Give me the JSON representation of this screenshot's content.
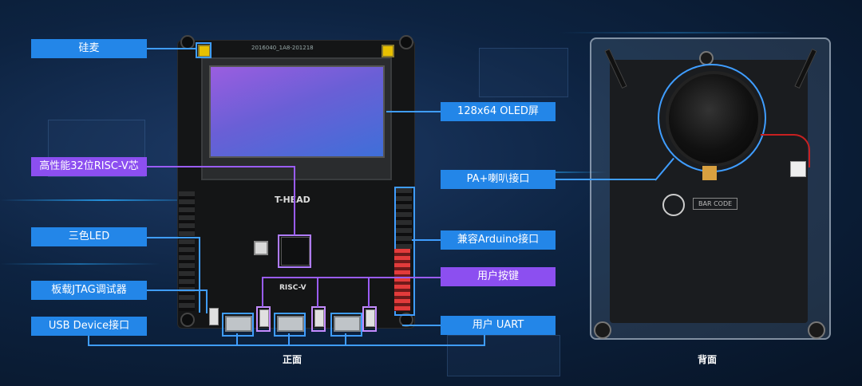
{
  "labels": {
    "mic": "硅麦",
    "oled": "128x64 OLED屏",
    "risc_chip": "高性能32位RISC-V芯",
    "speaker": "PA+喇叭接口",
    "led": "三色LED",
    "arduino": "兼容Arduino接口",
    "jtag": "板载JTAG调试器",
    "user_button": "用户按键",
    "usb_device": "USB Device接口",
    "uart": "用户 UART"
  },
  "captions": {
    "front": "正面",
    "back": "背面"
  },
  "board_text": {
    "brand": "T-HEAD",
    "arch": "RISC-V",
    "oled_code": "2016040_1A8-201218",
    "barcode": "BAR CODE"
  },
  "colors": {
    "blue": "#2386e8",
    "purple": "#8c4ff0"
  }
}
